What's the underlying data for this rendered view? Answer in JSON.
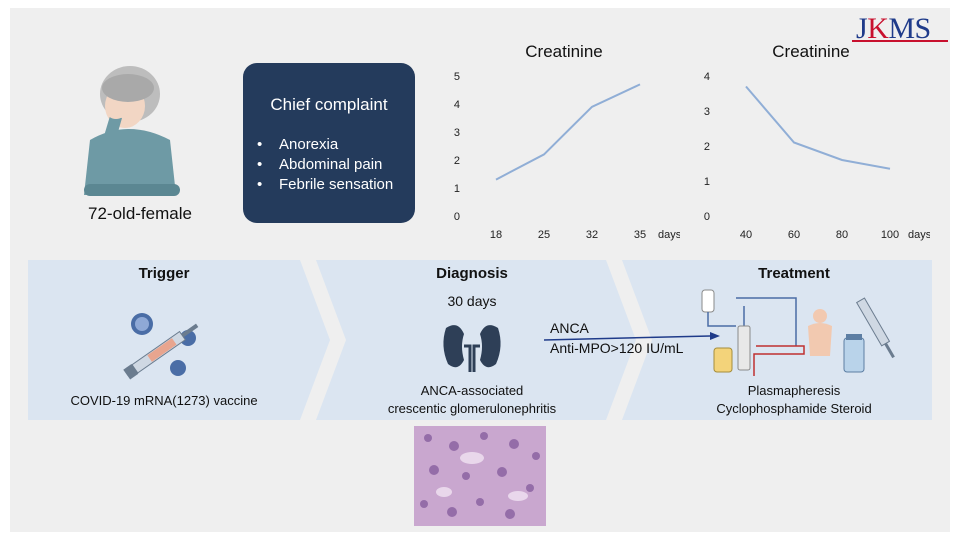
{
  "logo": {
    "j": "J",
    "k": "K",
    "ms": "MS"
  },
  "patient": {
    "label": "72-old-female"
  },
  "complaint": {
    "title": "Chief complaint",
    "items": [
      "Anorexia",
      "Abdominal pain",
      "Febrile sensation"
    ]
  },
  "chart_data": [
    {
      "type": "line",
      "title": "Creatinine",
      "x": [
        18,
        25,
        32,
        35
      ],
      "values": [
        1.3,
        2.2,
        3.9,
        4.7
      ],
      "x_unit": "days",
      "ylim": [
        0,
        5
      ],
      "yticks": [
        0,
        1,
        2,
        3,
        4,
        5
      ],
      "grid": false,
      "color": "#90aed6"
    },
    {
      "type": "line",
      "title": "Creatinine",
      "x": [
        40,
        60,
        80,
        100
      ],
      "values": [
        3.7,
        2.1,
        1.6,
        1.35
      ],
      "x_unit": "days",
      "ylim": [
        0,
        4
      ],
      "yticks": [
        0,
        1,
        2,
        3,
        4
      ],
      "grid": false,
      "color": "#90aed6"
    }
  ],
  "stages": {
    "trigger": {
      "title": "Trigger",
      "text": "COVID-19 mRNA(1273) vaccine"
    },
    "diagnosis": {
      "title": "Diagnosis",
      "days": "30 days",
      "line1": "ANCA-associated",
      "line2": "crescentic glomerulonephritis"
    },
    "treatment": {
      "title": "Treatment",
      "line1": "Plasmapheresis",
      "line2": "Cyclophosphamide Steroid"
    }
  },
  "anca": {
    "line1": "ANCA",
    "line2": "Anti-MPO>120 IU/mL"
  },
  "colors": {
    "panel": "#efefef",
    "stage_fill": "#dbe5f1",
    "complaint_box": "#243b5c",
    "line": "#90aed6",
    "logo_blue": "#1f3b8a",
    "logo_red": "#c8102e"
  },
  "icons": [
    "elderly-woman-icon",
    "virus-icon",
    "syringe-icon",
    "kidneys-icon",
    "plasmapheresis-machine-icon",
    "human-body-icon",
    "vial-icon",
    "histology-image"
  ]
}
